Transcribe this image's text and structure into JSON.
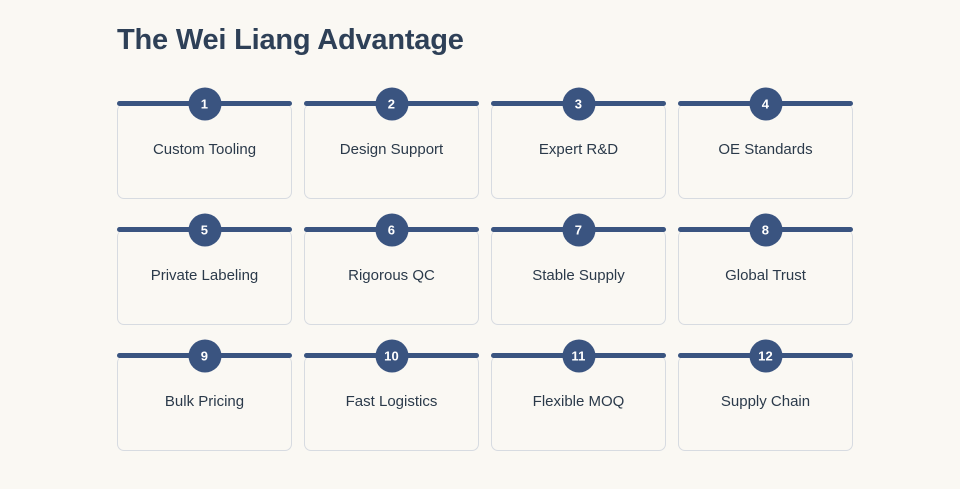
{
  "page": {
    "title": "The Wei Liang Advantage",
    "background_color": "#faf8f3",
    "accent_color": "#3a5480",
    "title_color": "#2e4057",
    "label_color": "#2b3a4a",
    "card_border_color": "#d7dbe1"
  },
  "cards": [
    {
      "number": "1",
      "label": "Custom Tooling"
    },
    {
      "number": "2",
      "label": "Design Support"
    },
    {
      "number": "3",
      "label": "Expert R&D"
    },
    {
      "number": "4",
      "label": "OE Standards"
    },
    {
      "number": "5",
      "label": "Private Labeling"
    },
    {
      "number": "6",
      "label": "Rigorous QC"
    },
    {
      "number": "7",
      "label": "Stable Supply"
    },
    {
      "number": "8",
      "label": "Global Trust"
    },
    {
      "number": "9",
      "label": "Bulk Pricing"
    },
    {
      "number": "10",
      "label": "Fast Logistics"
    },
    {
      "number": "11",
      "label": "Flexible MOQ"
    },
    {
      "number": "12",
      "label": "Supply Chain"
    }
  ]
}
